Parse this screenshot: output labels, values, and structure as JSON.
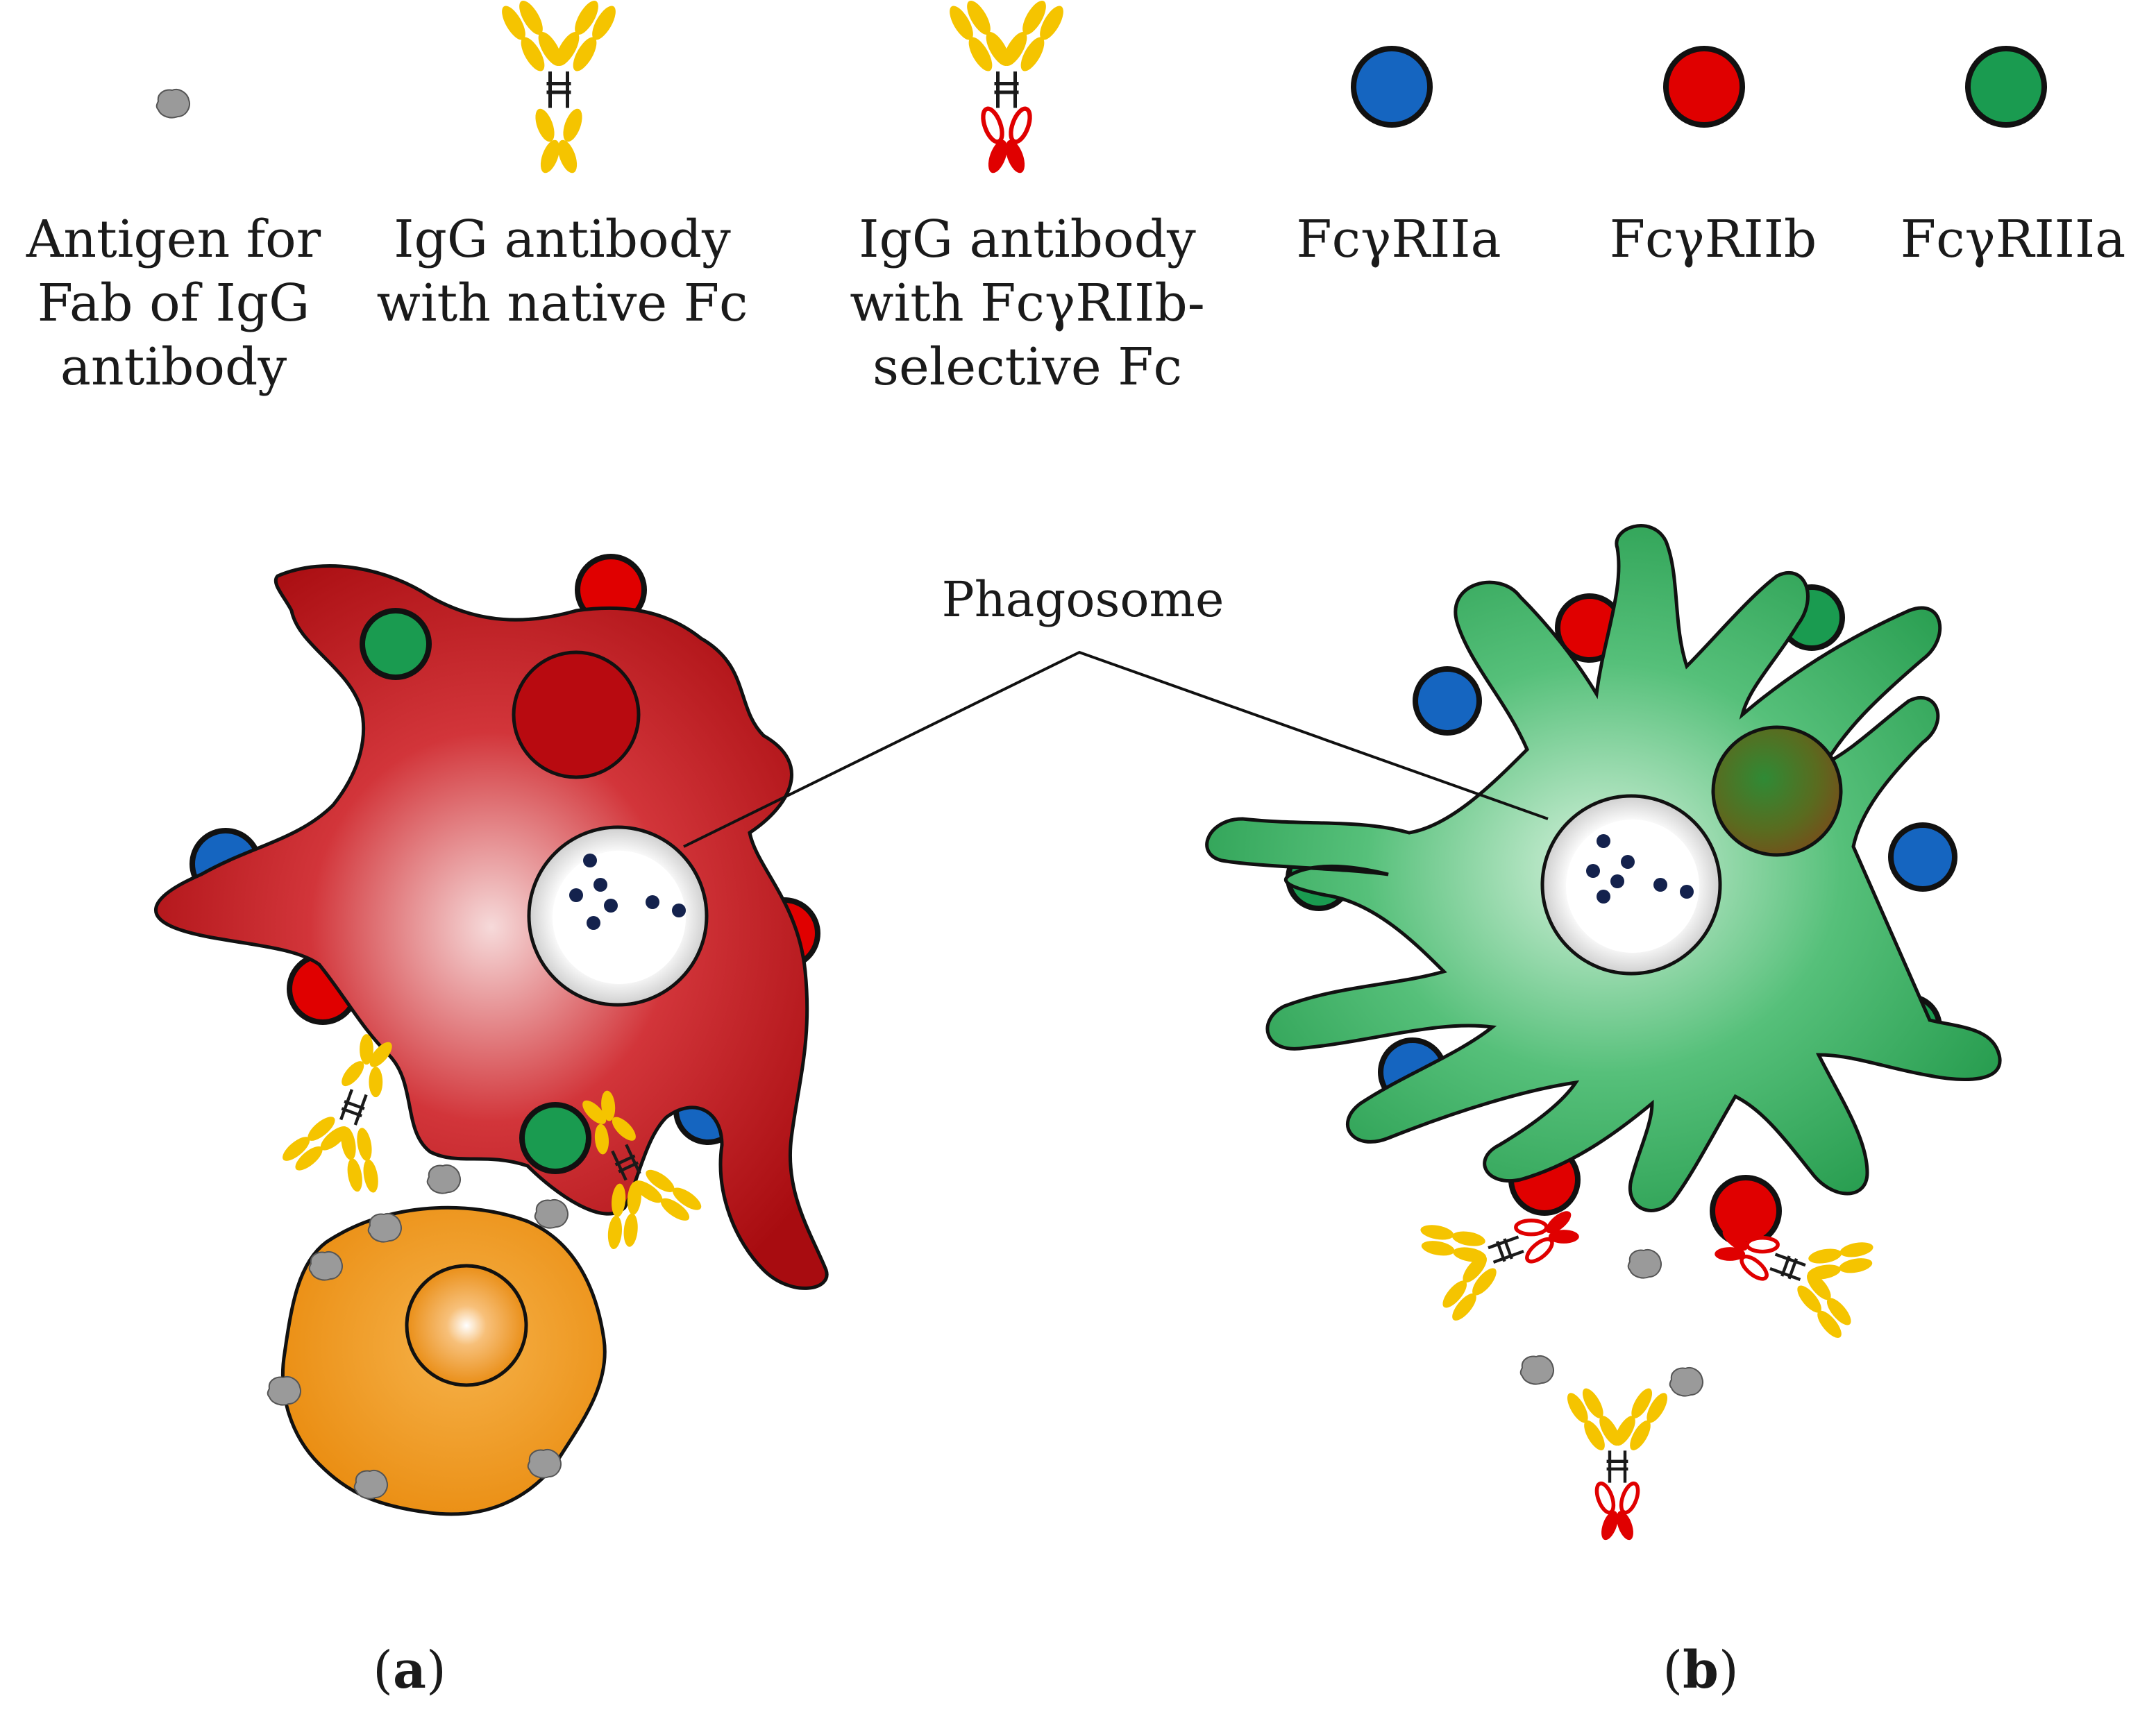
{
  "legend": [
    {
      "icon": "antigen-icon",
      "lines": [
        "Antigen for",
        "Fab of IgG",
        "antibody"
      ]
    },
    {
      "icon": "igg-native-fc-icon",
      "lines": [
        "IgG antibody",
        "with native Fc"
      ]
    },
    {
      "icon": "igg-fcgriib-selective-fc-icon",
      "lines": [
        "IgG antibody",
        "with FcγRIIb-",
        "selective Fc"
      ]
    },
    {
      "icon": "fcgriia-receptor-icon",
      "color": "#1565c0",
      "lines": [
        "FcγRIIa"
      ]
    },
    {
      "icon": "fcgriib-receptor-icon",
      "color": "#e00000",
      "lines": [
        "FcγRIIb"
      ]
    },
    {
      "icon": "fcgriiia-receptor-icon",
      "color": "#1a9b50",
      "lines": [
        "FcγRIIIa"
      ]
    }
  ],
  "callout": {
    "label": "Phagosome"
  },
  "panels": {
    "a": {
      "open": "(",
      "letter": "a",
      "close": ")"
    },
    "b": {
      "open": "(",
      "letter": "b",
      "close": ")"
    }
  },
  "colors": {
    "macrophage": "#c0181a",
    "dendritic_cell": "#3cb062",
    "target_cell": "#e88a10",
    "fab": "#f5c400",
    "selective_fc": "#e00000",
    "antigen": "#9a9a9a",
    "phagosome_particles": "#14224d"
  }
}
